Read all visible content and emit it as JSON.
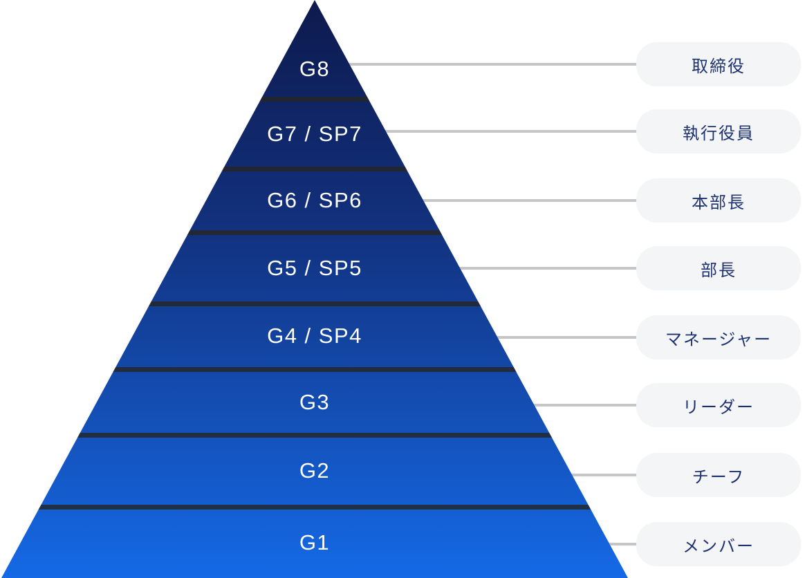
{
  "diagram": {
    "type": "grade-hierarchy-pyramid",
    "levels": [
      {
        "grade": "G8",
        "title": "取締役"
      },
      {
        "grade": "G7 / SP7",
        "title": "執行役員"
      },
      {
        "grade": "G6 / SP6",
        "title": "本部長"
      },
      {
        "grade": "G5 / SP5",
        "title": "部長"
      },
      {
        "grade": "G4 / SP4",
        "title": "マネージャー"
      },
      {
        "grade": "G3",
        "title": "リーダー"
      },
      {
        "grade": "G2",
        "title": "チーフ"
      },
      {
        "grade": "G1",
        "title": "メンバー"
      }
    ],
    "colors": {
      "pyramid_gradient_top": "#0d1a4d",
      "pyramid_gradient_bottom": "#1569e6",
      "separator": "#262626",
      "grade_text": "#ffffff",
      "connector_line": "#c6c6c6",
      "pill_background": "#f4f5f6",
      "pill_text": "#1e3272",
      "page_background": "#ffffff"
    }
  }
}
